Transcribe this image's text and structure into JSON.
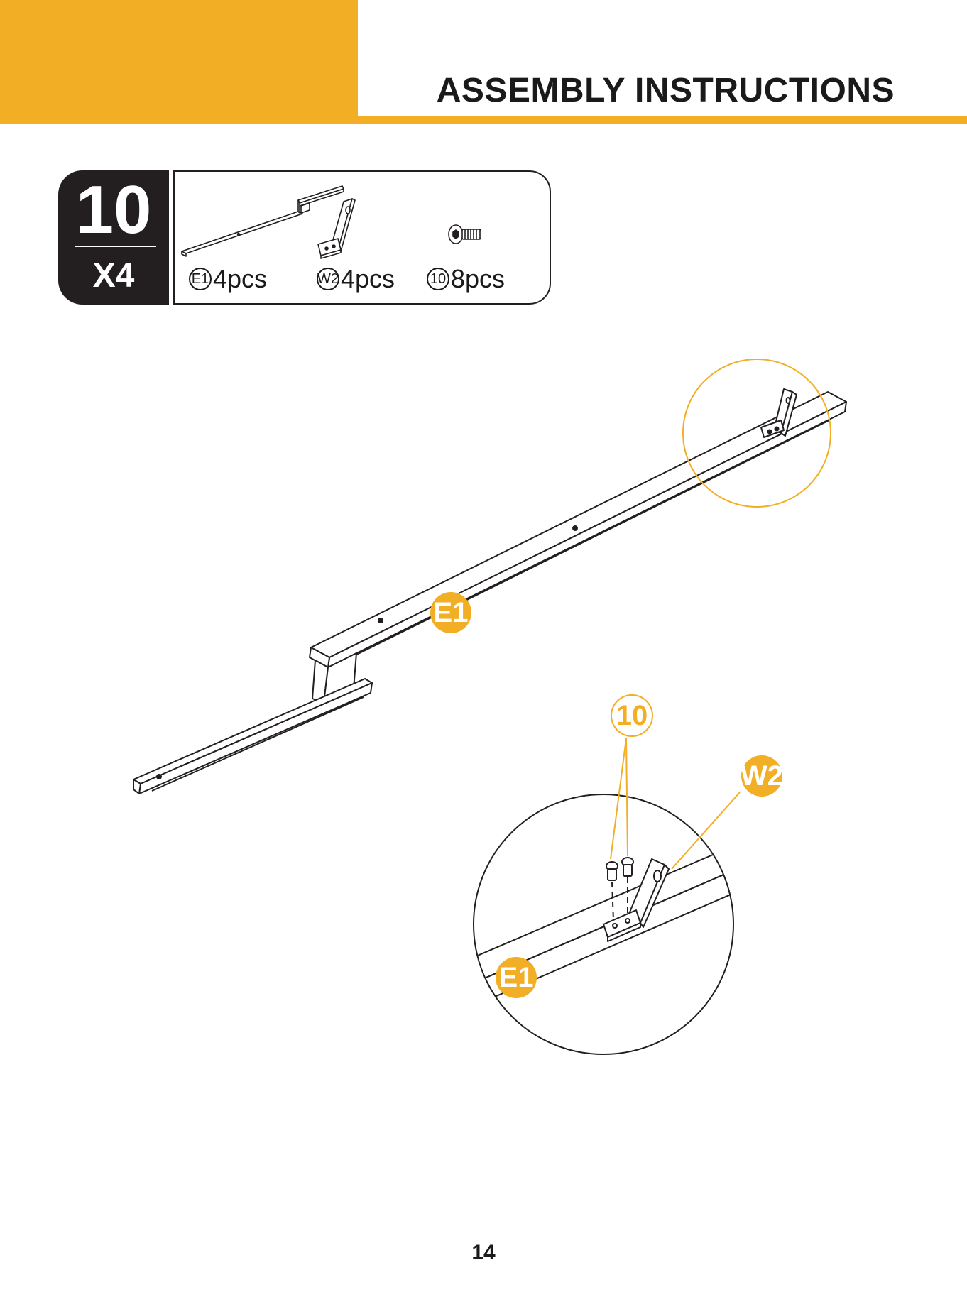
{
  "header": {
    "title": "ASSEMBLY INSTRUCTIONS"
  },
  "step": {
    "number": "10",
    "multiplier": "X4"
  },
  "parts": [
    {
      "code": "E1",
      "qty": "4pcs",
      "icon": "rail-icon"
    },
    {
      "code": "W2",
      "qty": "4pcs",
      "icon": "bracket-icon"
    },
    {
      "code": "10",
      "qty": "8pcs",
      "icon": "screw-icon"
    }
  ],
  "callouts": {
    "rail_main": "E1",
    "screw": "10",
    "bracket": "W2",
    "rail_detail": "E1"
  },
  "footer": {
    "page_number": "14"
  },
  "colors": {
    "accent": "#f2ae24",
    "ink": "#231f20",
    "paper": "#ffffff"
  }
}
